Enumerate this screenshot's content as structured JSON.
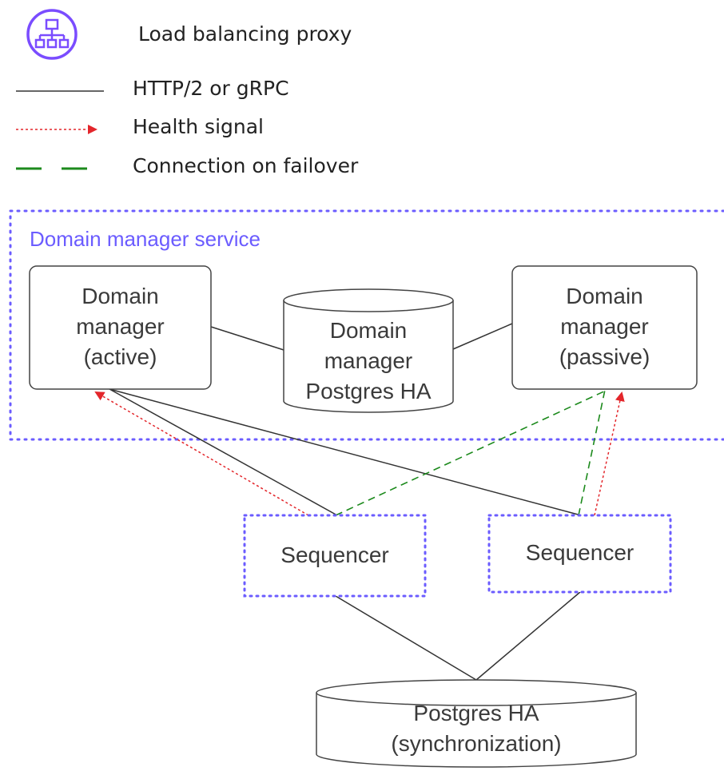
{
  "legend": {
    "proxy_label": "Load balancing proxy",
    "http_label": "HTTP/2 or gRPC",
    "health_label": "Health signal",
    "failover_label": "Connection on failover",
    "proxy_icon": "load-balancer-icon"
  },
  "service": {
    "title": "Domain manager service"
  },
  "nodes": {
    "dm_active": "Domain\nmanager\n(active)",
    "dm_db": "Domain\nmanager\nPostgres HA",
    "dm_passive": "Domain\nmanager\n(passive)",
    "sequencer_1": "Sequencer",
    "sequencer_2": "Sequencer",
    "sync_db": "Postgres HA\n(synchronization)"
  },
  "colors": {
    "proxy": "#7a4cff",
    "http": "#333333",
    "health": "#e3262b",
    "failover": "#1c8a1c",
    "service_border": "#6b5cff"
  }
}
